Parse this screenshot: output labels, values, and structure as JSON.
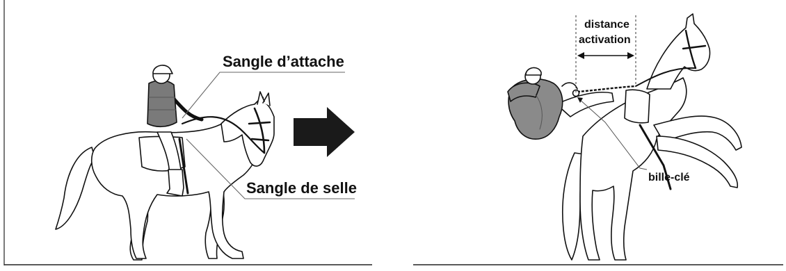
{
  "left_panel": {
    "label_attach_strap": "Sangle d’attache",
    "label_saddle_strap": "Sangle de selle"
  },
  "transition": {
    "arrow_icon": "right-arrow-icon"
  },
  "right_panel": {
    "label_distance_line1": "distance",
    "label_distance_line2": "activation",
    "label_key_ball": "bille-clé"
  },
  "colors": {
    "ink": "#111111",
    "vest": "#7a7a7a",
    "airbag": "#8a8a8a",
    "leader": "#666666",
    "arrow": "#1a1a1a"
  }
}
